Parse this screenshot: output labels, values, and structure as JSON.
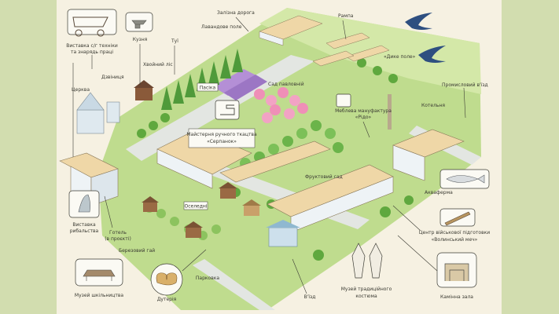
{
  "map": {
    "colors": {
      "paper": "#f3eddc",
      "grass": "#bfdc8e",
      "grass_dark": "#9fca6e",
      "road": "#e3e6e2",
      "roof": "#efd7a7",
      "wall": "#eef3f6",
      "tree": "#5fa83e",
      "blossom": "#ef8fb7",
      "lavender": "#b48fd6",
      "border": "#c9d8a4"
    },
    "labels": {
      "vystavka_tekhniky": [
        "Виставка с/г техніки",
        "та знарядь праці"
      ],
      "kuznia": "Кузня",
      "tui": "Туї",
      "zaliznia": "Залізна дорога",
      "lavandove_pole": "Лавандове поле",
      "rampa": "Рампа",
      "dykе_pole": "«Дике поле»",
      "khvoinyi_lis": "Хвойний ліс",
      "dzvinytsia": "Дзвіниця",
      "tserkva": "Церква",
      "pasika": "Пасіка",
      "sad_pavlovnii": "Сад павловній",
      "promyslovyi_viizd": "Промисловий в'їзд",
      "mebleva": [
        "Меблева мануфактура",
        "«Рідо»"
      ],
      "kotelnia": "Котельня",
      "maisternia": [
        "Майстерня ручного ткацтва",
        "«Серпанок»"
      ],
      "fruktovyi_sad": "Фруктовий сад",
      "oseledni": "Оселедні",
      "akvaferma": "Аквaферма",
      "vystavka_rybalstva": [
        "Виставка",
        "рибальства"
      ],
      "hotel": [
        "Готель",
        "(в проєкті)"
      ],
      "tsentr": [
        "Центр військової підготовки",
        "«Волинський меч»"
      ],
      "bereзovyi_hai": "Березовий гай",
      "parkovka": "Парковка",
      "viizd": "В'їзд",
      "muzei_kostiuma": [
        "Музей традиційного",
        "костюма"
      ],
      "kaminna_zala": "Камінна зала",
      "muzei_shkilnytstva": "Музей шкільництва",
      "avtorvia": "Дутерія"
    },
    "icons": [
      "wagon-icon",
      "anvil-icon",
      "sewing-machine-icon",
      "dress-form-icon",
      "fish-icon",
      "sword-icon",
      "pretzel-icon",
      "school-desk-icon",
      "costume-icon",
      "fireplace-icon",
      "swallow-icon",
      "church-icon"
    ]
  }
}
